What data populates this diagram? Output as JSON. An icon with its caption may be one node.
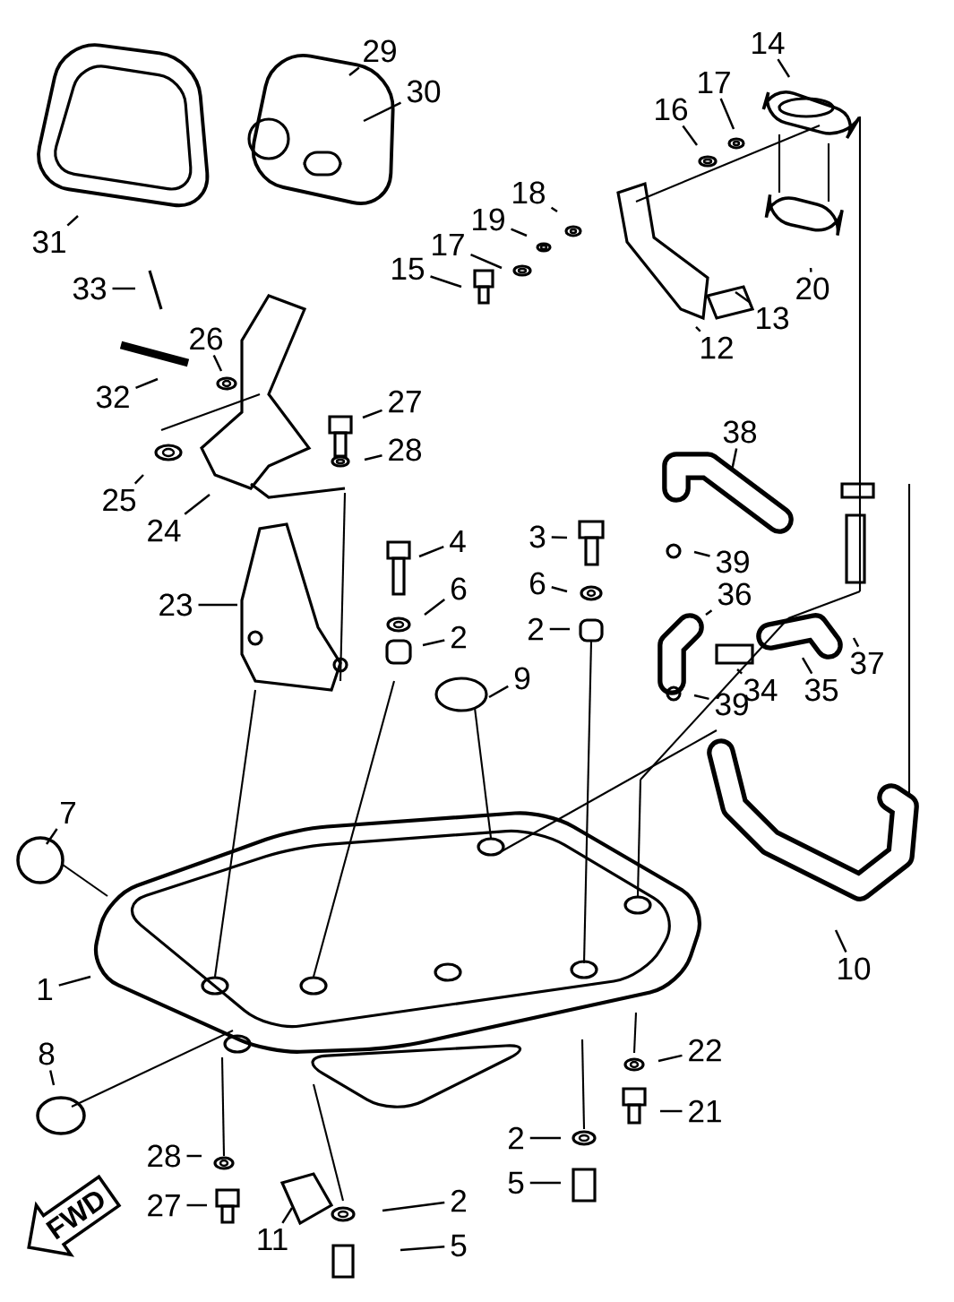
{
  "diagram": {
    "nodes": [
      {
        "text": [
          "29"
        ]
      },
      {
        "text": [
          "30"
        ]
      },
      {
        "text": [
          "31"
        ]
      },
      {
        "text": [
          "14"
        ]
      },
      {
        "text": [
          "17"
        ]
      },
      {
        "text": [
          "16"
        ]
      },
      {
        "text": [
          "18"
        ]
      },
      {
        "text": [
          "19"
        ]
      },
      {
        "text": [
          "17"
        ]
      },
      {
        "text": [
          "15"
        ]
      },
      {
        "text": [
          "20"
        ]
      },
      {
        "text": [
          "13"
        ]
      },
      {
        "text": [
          "12"
        ]
      },
      {
        "text": [
          "33"
        ]
      },
      {
        "text": [
          "26"
        ]
      },
      {
        "text": [
          "32"
        ]
      },
      {
        "text": [
          "27"
        ]
      },
      {
        "text": [
          "28"
        ]
      },
      {
        "text": [
          "25"
        ]
      },
      {
        "text": [
          "24"
        ]
      },
      {
        "text": [
          "38"
        ]
      },
      {
        "text": [
          "23"
        ]
      },
      {
        "text": [
          "4"
        ]
      },
      {
        "text": [
          "3"
        ]
      },
      {
        "text": [
          "6"
        ]
      },
      {
        "text": [
          "6"
        ]
      },
      {
        "text": [
          "2"
        ]
      },
      {
        "text": [
          "2"
        ]
      },
      {
        "text": [
          "39"
        ]
      },
      {
        "text": [
          "36"
        ]
      },
      {
        "text": [
          "37"
        ]
      },
      {
        "text": [
          "35"
        ]
      },
      {
        "text": [
          "34"
        ]
      },
      {
        "text": [
          "39"
        ]
      },
      {
        "text": [
          "9"
        ]
      },
      {
        "text": [
          "7"
        ]
      },
      {
        "text": [
          "10"
        ]
      },
      {
        "text": [
          "1"
        ]
      },
      {
        "text": [
          "8"
        ]
      },
      {
        "text": [
          "22"
        ]
      },
      {
        "text": [
          "21"
        ]
      },
      {
        "text": [
          "28"
        ]
      },
      {
        "text": [
          "2"
        ]
      },
      {
        "text": [
          "27"
        ]
      },
      {
        "text": [
          "5"
        ]
      },
      {
        "text": [
          "11"
        ]
      },
      {
        "text": [
          "2"
        ]
      },
      {
        "text": [
          "5"
        ]
      }
    ],
    "edges": [
      {
        "from": 0,
        "to": null,
        "arrow": "none"
      },
      {
        "from": 1,
        "to": null,
        "arrow": "none"
      },
      {
        "from": 2,
        "to": null,
        "arrow": "none"
      },
      {
        "from": 3,
        "to": null,
        "arrow": "none"
      },
      {
        "from": 4,
        "to": null,
        "arrow": "none"
      },
      {
        "from": 5,
        "to": null,
        "arrow": "none"
      },
      {
        "from": 6,
        "to": null,
        "arrow": "none"
      },
      {
        "from": 7,
        "to": null,
        "arrow": "none"
      },
      {
        "from": 8,
        "to": null,
        "arrow": "none"
      },
      {
        "from": 9,
        "to": null,
        "arrow": "none"
      },
      {
        "from": 10,
        "to": null,
        "arrow": "none"
      },
      {
        "from": 11,
        "to": null,
        "arrow": "none"
      },
      {
        "from": 12,
        "to": null,
        "arrow": "none"
      },
      {
        "from": 13,
        "to": null,
        "arrow": "none"
      },
      {
        "from": 14,
        "to": null,
        "arrow": "none"
      },
      {
        "from": 15,
        "to": null,
        "arrow": "none"
      },
      {
        "from": 16,
        "to": null,
        "arrow": "none"
      },
      {
        "from": 17,
        "to": null,
        "arrow": "none"
      },
      {
        "from": 18,
        "to": null,
        "arrow": "none"
      },
      {
        "from": 19,
        "to": null,
        "arrow": "none"
      },
      {
        "from": 20,
        "to": null,
        "arrow": "none"
      },
      {
        "from": 21,
        "to": null,
        "arrow": "none"
      },
      {
        "from": 22,
        "to": null,
        "arrow": "none"
      },
      {
        "from": 23,
        "to": null,
        "arrow": "none"
      },
      {
        "from": 24,
        "to": null,
        "arrow": "none"
      },
      {
        "from": 25,
        "to": null,
        "arrow": "none"
      },
      {
        "from": 26,
        "to": null,
        "arrow": "none"
      },
      {
        "from": 27,
        "to": null,
        "arrow": "none"
      },
      {
        "from": 28,
        "to": null,
        "arrow": "none"
      },
      {
        "from": 29,
        "to": null,
        "arrow": "none"
      },
      {
        "from": 30,
        "to": null,
        "arrow": "none"
      },
      {
        "from": 31,
        "to": null,
        "arrow": "none"
      },
      {
        "from": 32,
        "to": null,
        "arrow": "none"
      },
      {
        "from": 33,
        "to": null,
        "arrow": "none"
      },
      {
        "from": 34,
        "to": null,
        "arrow": "none"
      },
      {
        "from": 35,
        "to": null,
        "arrow": "none"
      },
      {
        "from": 36,
        "to": null,
        "arrow": "none"
      },
      {
        "from": 37,
        "to": null,
        "arrow": "none"
      },
      {
        "from": 38,
        "to": null,
        "arrow": "none"
      },
      {
        "from": 39,
        "to": null,
        "arrow": "none"
      },
      {
        "from": 40,
        "to": null,
        "arrow": "none"
      },
      {
        "from": 41,
        "to": null,
        "arrow": "none"
      },
      {
        "from": 42,
        "to": null,
        "arrow": "none"
      },
      {
        "from": 43,
        "to": null,
        "arrow": "none"
      },
      {
        "from": 44,
        "to": null,
        "arrow": "none"
      },
      {
        "from": 45,
        "to": null,
        "arrow": "none"
      },
      {
        "from": 46,
        "to": null,
        "arrow": "none"
      },
      {
        "from": 47,
        "to": null,
        "arrow": "none"
      }
    ],
    "labels": [
      "FWD"
    ]
  }
}
